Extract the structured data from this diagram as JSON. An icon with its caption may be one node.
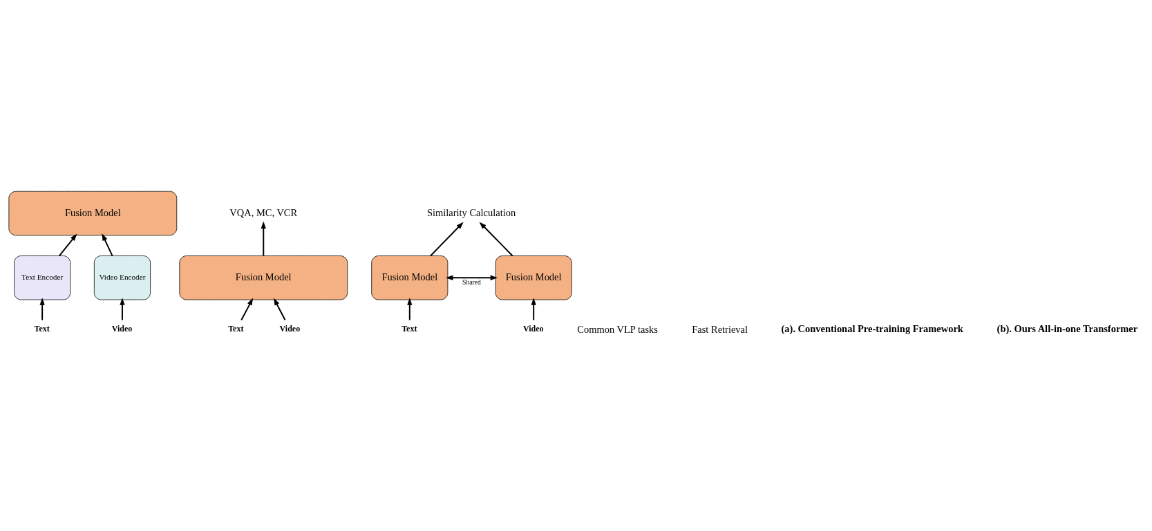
{
  "diagram": {
    "nodes": [
      {
        "text": [
          "Fusion Model"
        ]
      },
      {
        "text": [
          "Text Encoder"
        ]
      },
      {
        "text": [
          "Video Encoder"
        ]
      },
      {
        "text": [
          "Text"
        ]
      },
      {
        "text": [
          "Video"
        ]
      },
      {
        "text": [
          "VQA, MC, VCR"
        ]
      },
      {
        "text": [
          "Fusion Model"
        ]
      },
      {
        "text": [
          "Text"
        ]
      },
      {
        "text": [
          "Video"
        ]
      },
      {
        "text": [
          "Similarity Calculation"
        ]
      },
      {
        "text": [
          "Fusion Model"
        ]
      },
      {
        "text": [
          "Fusion Model"
        ]
      },
      {
        "text": [
          "Text"
        ]
      },
      {
        "text": [
          "Video"
        ]
      }
    ],
    "edges": [
      {
        "from": 1,
        "to": 0,
        "arrow": "to"
      },
      {
        "from": 2,
        "to": 0,
        "arrow": "to"
      },
      {
        "from": 3,
        "to": 1,
        "arrow": "to"
      },
      {
        "from": 4,
        "to": 2,
        "arrow": "to"
      },
      {
        "from": 6,
        "to": 5,
        "arrow": "to"
      },
      {
        "from": 7,
        "to": 6,
        "arrow": "to"
      },
      {
        "from": 8,
        "to": 6,
        "arrow": "to"
      },
      {
        "from": 10,
        "to": 9,
        "arrow": "to"
      },
      {
        "from": 11,
        "to": 9,
        "arrow": "to"
      },
      {
        "from": 10,
        "to": 11,
        "label": "Shared",
        "arrow": "both"
      },
      {
        "from": 12,
        "to": 10,
        "arrow": "to"
      },
      {
        "from": 13,
        "to": 11,
        "arrow": "to"
      }
    ],
    "labels": [
      "Common VLP tasks",
      "Fast Retrieval",
      "(a). Conventional Pre-training Framework",
      "(b). Ours All-in-one Transformer"
    ]
  }
}
